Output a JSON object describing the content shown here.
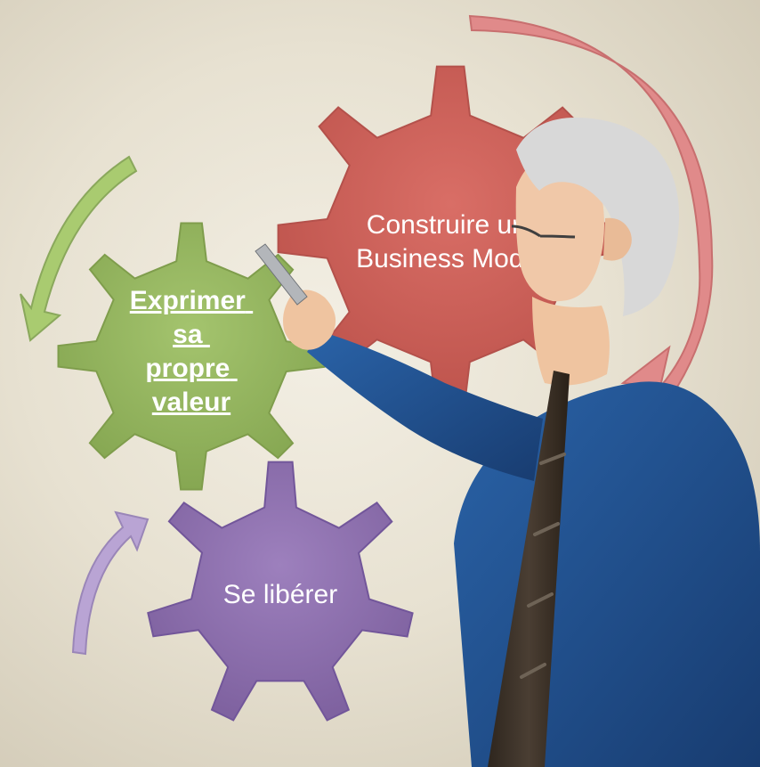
{
  "diagram": {
    "gears": [
      {
        "label": "Construire un Business Model",
        "lines": [
          "Construire un",
          "Business Model"
        ],
        "color": "#c95f57",
        "link": false
      },
      {
        "label": "Exprimer sa propre valeur",
        "lines": [
          "Exprimer",
          "sa",
          "propre",
          "valeur"
        ],
        "color": "#92b45c",
        "link": true
      },
      {
        "label": "Se libérer",
        "lines": [
          "Se libérer"
        ],
        "color": "#8a6ea8",
        "link": false
      }
    ],
    "arrow_colors": {
      "red": "#e08a8a",
      "green": "#a9cb70",
      "purple": "#b9a4d4"
    },
    "figure": {
      "skin": "#f0c8a8",
      "hair": "#d7d7d7",
      "shirt": "#1f4f8e",
      "tie": "#3a3026"
    }
  }
}
